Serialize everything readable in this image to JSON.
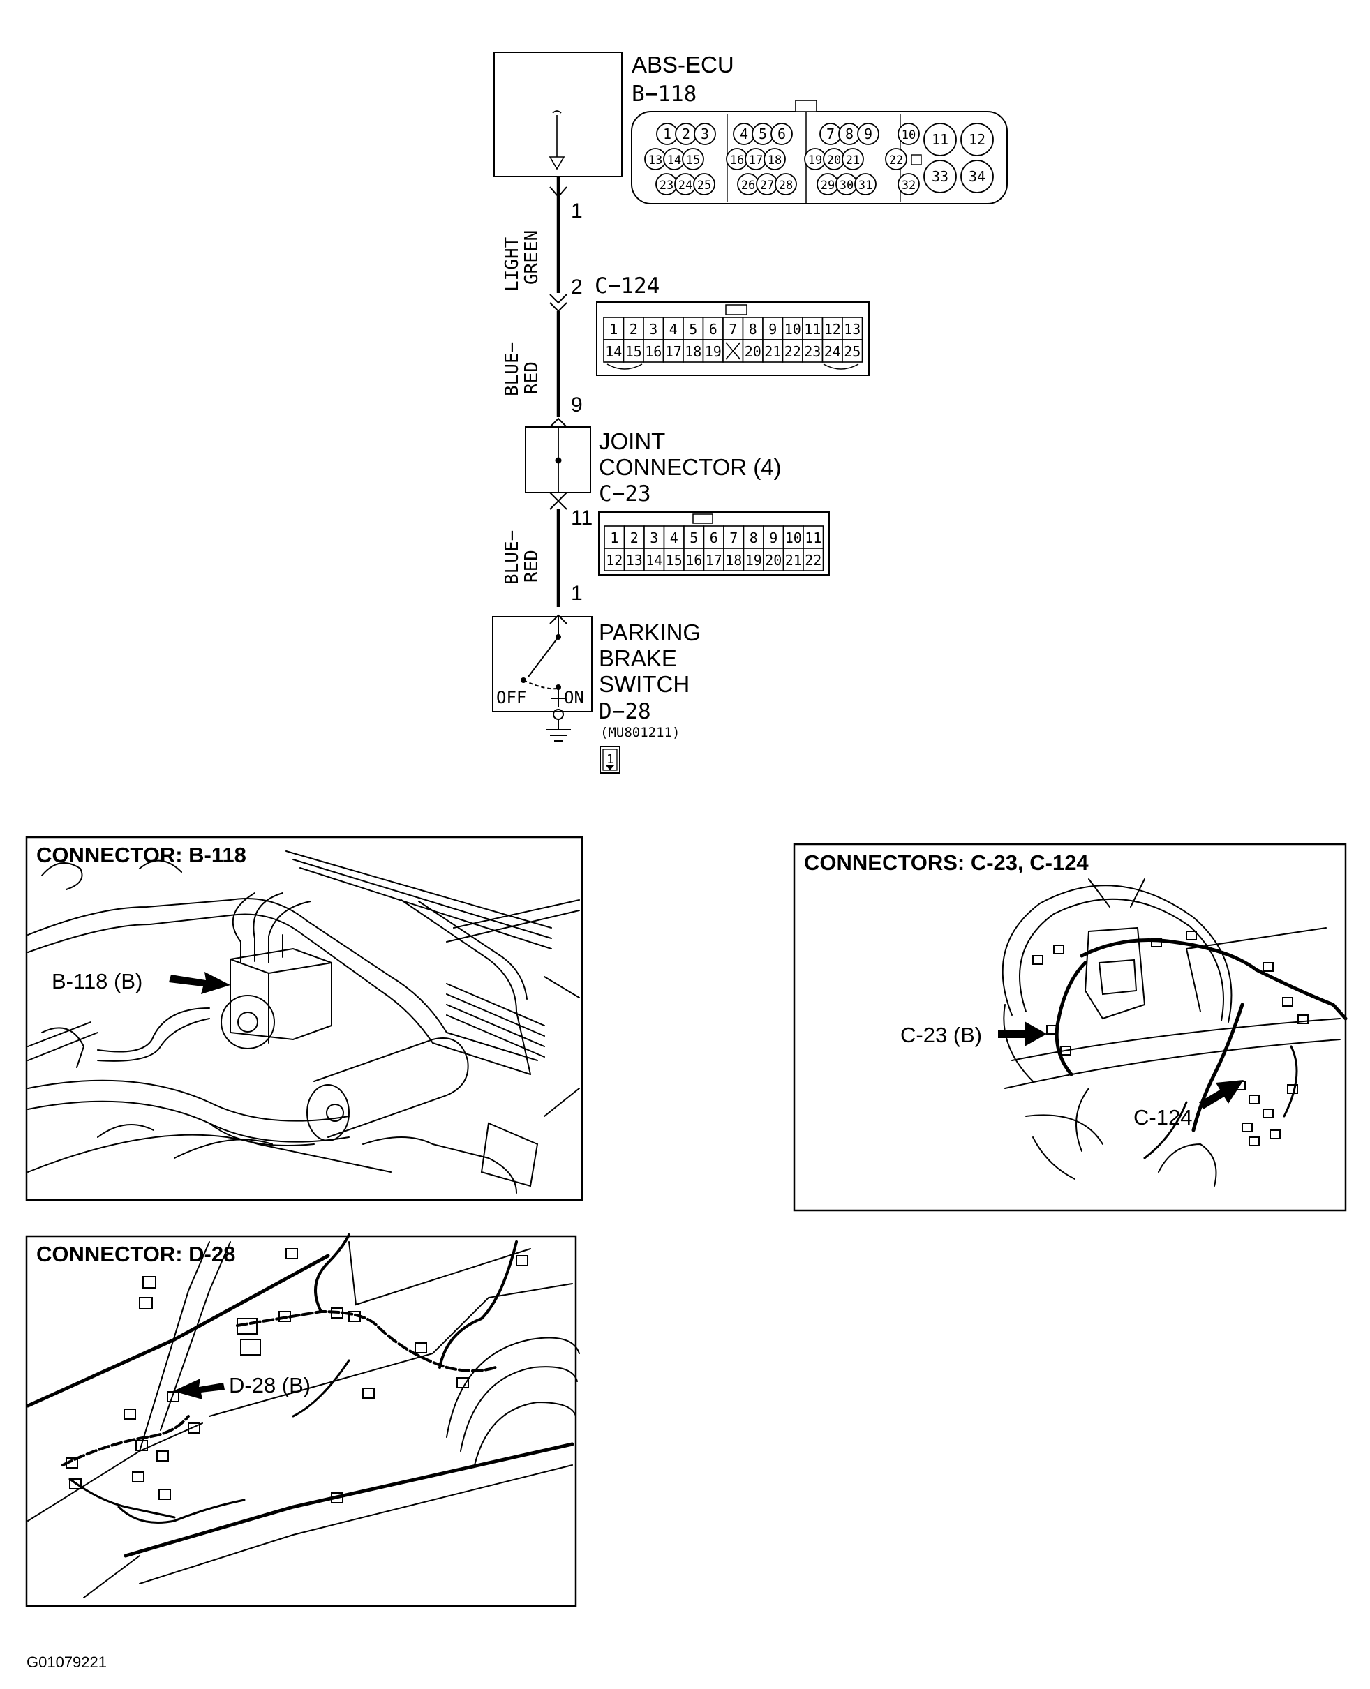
{
  "schematic": {
    "abs_ecu": {
      "title": "ABS-ECU",
      "code": "B−118"
    },
    "abs_connector": {
      "row1": [
        "1",
        "2",
        "3",
        "4",
        "5",
        "6",
        "7",
        "8",
        "9",
        "10"
      ],
      "row2": [
        "13",
        "14",
        "15",
        "16",
        "17",
        "18",
        "19",
        "20",
        "21",
        "22"
      ],
      "row3": [
        "23",
        "24",
        "25",
        "26",
        "27",
        "28",
        "29",
        "30",
        "31",
        "32"
      ],
      "large": [
        "11",
        "12",
        "33",
        "34"
      ]
    },
    "pins": {
      "p1": "1",
      "p2": "2",
      "p9": "9",
      "p11": "11",
      "p1b": "1"
    },
    "wires": {
      "w1_line1": "LIGHT",
      "w1_line2": "GREEN",
      "w2_line1": "BLUE−",
      "w2_line2": "RED",
      "w3_line1": "BLUE−",
      "w3_line2": "RED"
    },
    "c124": {
      "code": "C−124",
      "row1": [
        "1",
        "2",
        "3",
        "4",
        "5",
        "6",
        "7",
        "8",
        "9",
        "10",
        "11",
        "12",
        "13"
      ],
      "row2": [
        "14",
        "15",
        "16",
        "17",
        "18",
        "19",
        "",
        "20",
        "21",
        "22",
        "23",
        "24",
        "25"
      ]
    },
    "joint": {
      "line1": "JOINT",
      "line2": "CONNECTOR (4)"
    },
    "c23": {
      "code": "C−23",
      "row1": [
        "1",
        "2",
        "3",
        "4",
        "5",
        "6",
        "7",
        "8",
        "9",
        "10",
        "11"
      ],
      "row2": [
        "12",
        "13",
        "14",
        "15",
        "16",
        "17",
        "18",
        "19",
        "20",
        "21",
        "22"
      ]
    },
    "switch": {
      "line1": "PARKING",
      "line2": "BRAKE",
      "line3": "SWITCH",
      "off": "OFF",
      "on": "ON",
      "code": "D−28",
      "part": "(MU801211)",
      "box_pin": "1"
    }
  },
  "panels": {
    "b118": {
      "title": "CONNECTOR: B-118",
      "callout": "B-118 (B)"
    },
    "c23_c124": {
      "title": "CONNECTORS: C-23, C-124",
      "callout_c23": "C-23 (B)",
      "callout_c124": "C-124"
    },
    "d28": {
      "title": "CONNECTOR: D-28",
      "callout": "D-28 (B)"
    }
  },
  "footer": {
    "figure_id": "G01079221"
  }
}
